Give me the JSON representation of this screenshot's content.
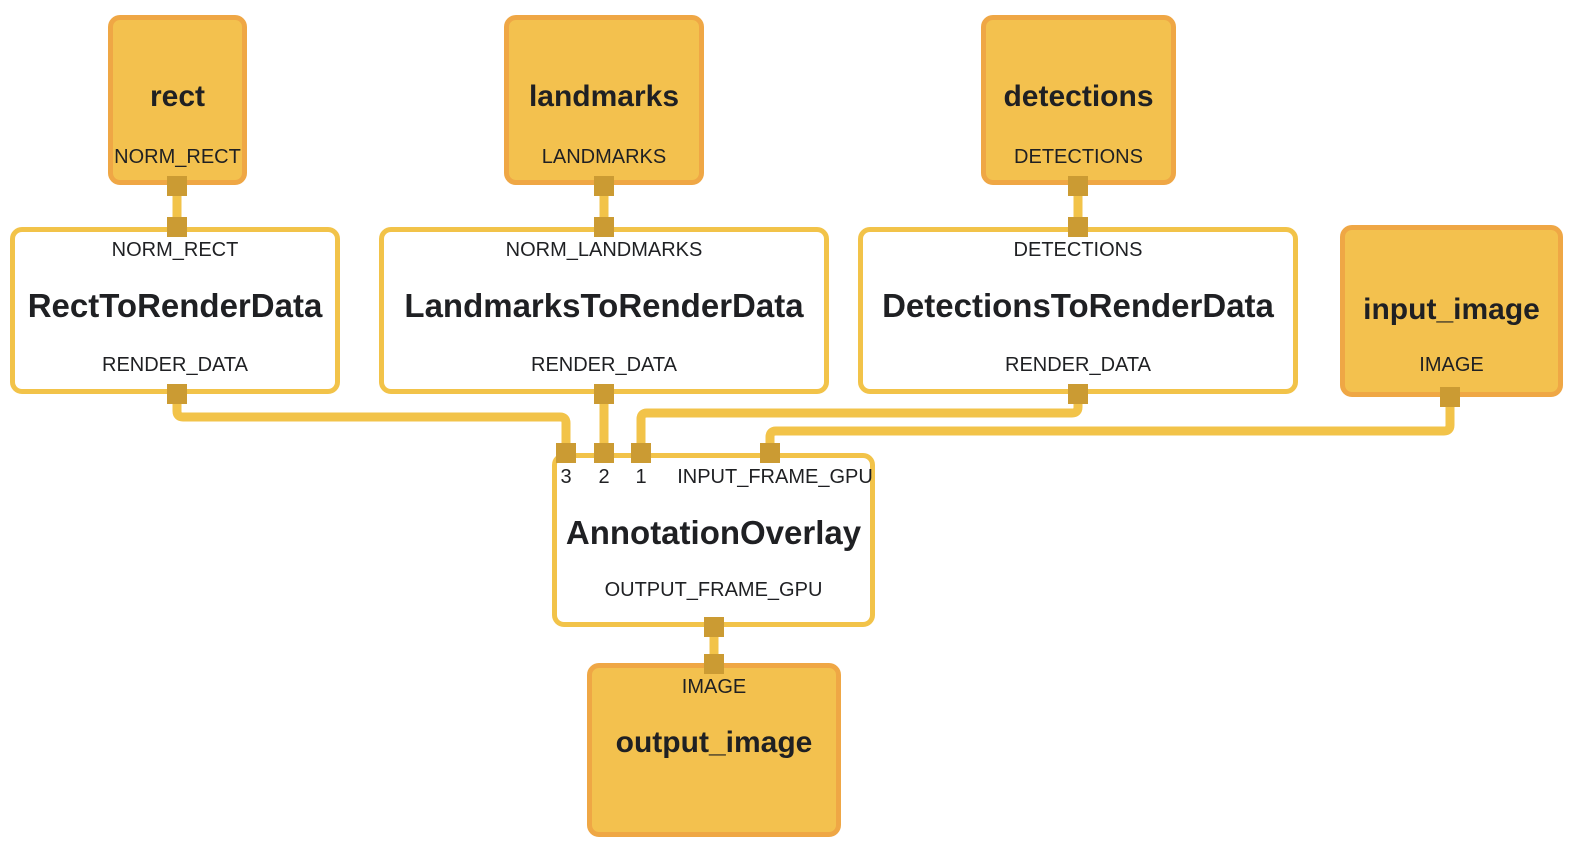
{
  "diagram": {
    "kind": "mediapipe-graph",
    "colors": {
      "background": "#ffffff",
      "stream_node_fill": "#F3C14E",
      "stream_node_border": "#EFA745",
      "calculator_border": "#F2C349",
      "wire": "#F2C349",
      "port_square": "#CB9B33",
      "text": "#1F2023"
    },
    "nodes": {
      "rect": {
        "title": "rect",
        "port": "NORM_RECT"
      },
      "landmarks": {
        "title": "landmarks",
        "port": "LANDMARKS"
      },
      "detections": {
        "title": "detections",
        "port": "DETECTIONS"
      },
      "input_image": {
        "title": "input_image",
        "port": "IMAGE"
      },
      "rect_to_render": {
        "input": "NORM_RECT",
        "title": "RectToRenderData",
        "output": "RENDER_DATA"
      },
      "landmarks_to_render": {
        "input": "NORM_LANDMARKS",
        "title": "LandmarksToRenderData",
        "output": "RENDER_DATA"
      },
      "detections_to_render": {
        "input": "DETECTIONS",
        "title": "DetectionsToRenderData",
        "output": "RENDER_DATA"
      },
      "annotation_overlay": {
        "inputs": [
          "3",
          "2",
          "1",
          "INPUT_FRAME_GPU"
        ],
        "title": "AnnotationOverlay",
        "output": "OUTPUT_FRAME_GPU"
      },
      "output_image": {
        "port": "IMAGE",
        "title": "output_image"
      }
    },
    "edges": [
      {
        "from": "rect:NORM_RECT",
        "to": "RectToRenderData:NORM_RECT"
      },
      {
        "from": "landmarks:LANDMARKS",
        "to": "LandmarksToRenderData:NORM_LANDMARKS"
      },
      {
        "from": "detections:DETECTIONS",
        "to": "DetectionsToRenderData:DETECTIONS"
      },
      {
        "from": "RectToRenderData:RENDER_DATA",
        "to": "AnnotationOverlay:3"
      },
      {
        "from": "LandmarksToRenderData:RENDER_DATA",
        "to": "AnnotationOverlay:2"
      },
      {
        "from": "DetectionsToRenderData:RENDER_DATA",
        "to": "AnnotationOverlay:1"
      },
      {
        "from": "input_image:IMAGE",
        "to": "AnnotationOverlay:INPUT_FRAME_GPU"
      },
      {
        "from": "AnnotationOverlay:OUTPUT_FRAME_GPU",
        "to": "output_image:IMAGE"
      }
    ]
  }
}
